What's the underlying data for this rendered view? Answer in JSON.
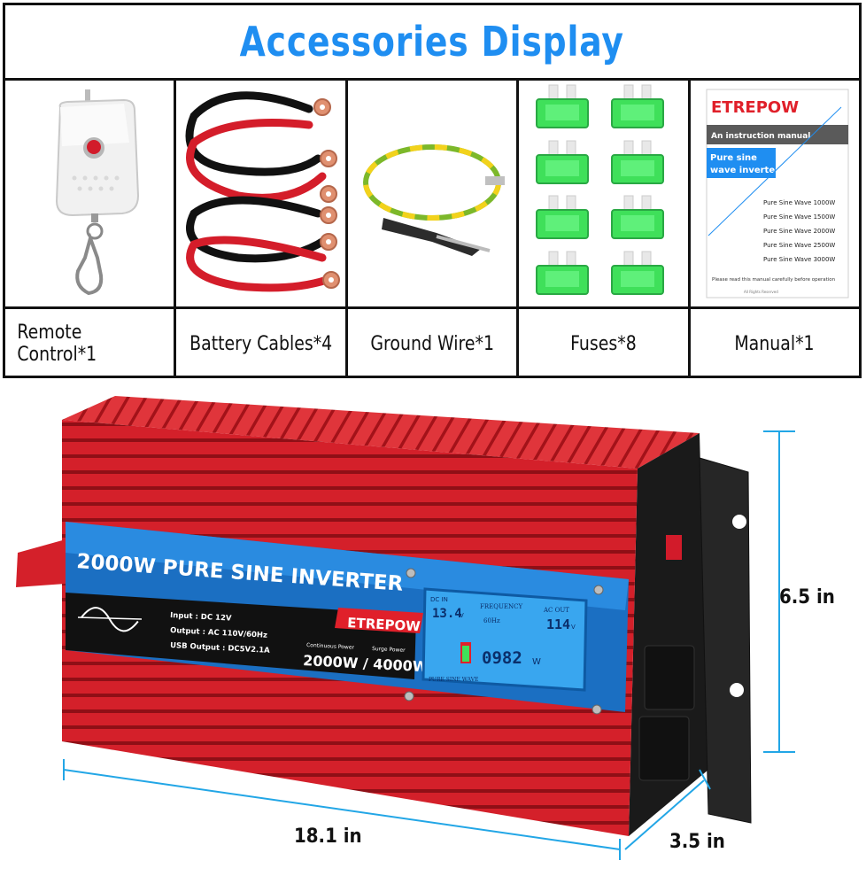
{
  "title": "Accessories Display",
  "accessories": [
    {
      "label": "Remote Control*1",
      "icon": "remote-control-icon"
    },
    {
      "label": "Battery Cables*4",
      "icon": "battery-cables-icon"
    },
    {
      "label": "Ground Wire*1",
      "icon": "ground-wire-icon"
    },
    {
      "label": "Fuses*8",
      "icon": "fuses-icon"
    },
    {
      "label": "Manual*1",
      "icon": "manual-icon"
    }
  ],
  "manual": {
    "brand": "ETREPOW",
    "banner": "An instruction manual",
    "product_line1": "Pure sine",
    "product_line2": "wave inverter",
    "models": [
      "Pure Sine Wave 1000W",
      "Pure Sine Wave 1500W",
      "Pure Sine Wave 2000W",
      "Pure Sine Wave 2500W",
      "Pure Sine Wave 3000W"
    ],
    "note": "Please read this manual carefully before operation",
    "footer": "All Rights Reserved"
  },
  "inverter": {
    "headline": "2000W PURE SINE INVERTER",
    "brand": "ETREPOW",
    "spec_input": "Input : DC 12V",
    "spec_output": "Output : AC 110V/60Hz",
    "spec_usb": "USB Output : DC5V2.1A",
    "continuous_label": "Continuous Power",
    "surge_label": "Surge Power",
    "power_text": "2000W / 4000W",
    "lcd": {
      "dc_label": "DC IN",
      "dc_value": "13.4",
      "dc_unit": "V",
      "freq_label": "FREQUENCY",
      "freq_value": "60Hz",
      "ac_label": "AC OUT",
      "ac_value": "114",
      "ac_unit": "V",
      "watts": "0982",
      "watts_unit": "W",
      "wave_label": "PURE SINE WAVE"
    }
  },
  "dimensions": {
    "length": "18.1 in",
    "height": "6.5 in",
    "depth": "3.5 in"
  },
  "colors": {
    "title_blue": "#1f8ef1",
    "inverter_red": "#d4202a",
    "fuse_green": "#3fe05a",
    "dimension_blue": "#22a6e6"
  }
}
